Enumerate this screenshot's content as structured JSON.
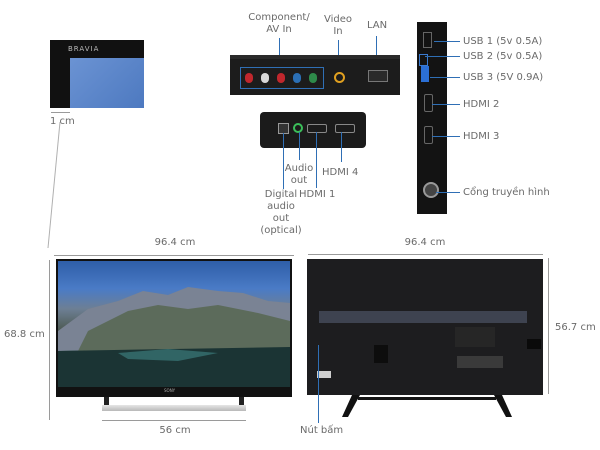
{
  "bezel_detail": {
    "brand": "BRAVIA",
    "bezel_width": "1 cm"
  },
  "rear_top_panel": {
    "labels": {
      "component_av": [
        "Component/",
        "AV In"
      ],
      "video_in": [
        "Video",
        "In"
      ],
      "lan": "LAN"
    },
    "jack_colors": [
      "#c0272d",
      "#d8d8d8",
      "#c0272d",
      "#2b6fb5",
      "#2e8a4a"
    ],
    "video_jack_color": "#e0a020"
  },
  "rear_bottom_panel": {
    "labels": {
      "audio_out": [
        "Audio",
        "out"
      ],
      "hdmi4": "HDMI 4",
      "hdmi1": "HDMI 1",
      "optical": [
        "Digital",
        "audio",
        "out",
        "(optical)"
      ]
    }
  },
  "side_panel": {
    "ports": [
      {
        "label": "USB 1 (5v 0.5A)"
      },
      {
        "label": "USB 2 (5v 0.5A)"
      },
      {
        "label": "USB 3 (5V 0.9A)"
      },
      {
        "label": "HDMI 2"
      },
      {
        "label": "HDMI 3"
      },
      {
        "label": "Cổng truyền hình"
      }
    ]
  },
  "front_view": {
    "width": "96.4 cm",
    "height": "68.8 cm",
    "stand_width": "56 cm",
    "logo": "SONY"
  },
  "back_view": {
    "width": "96.4 cm",
    "height": "56.7 cm",
    "button_label": "Nút bấm"
  },
  "colors": {
    "callout_line": "#2f6fb5",
    "dimension_line": "#9a9a9a",
    "label_text": "#6a6a6a"
  }
}
